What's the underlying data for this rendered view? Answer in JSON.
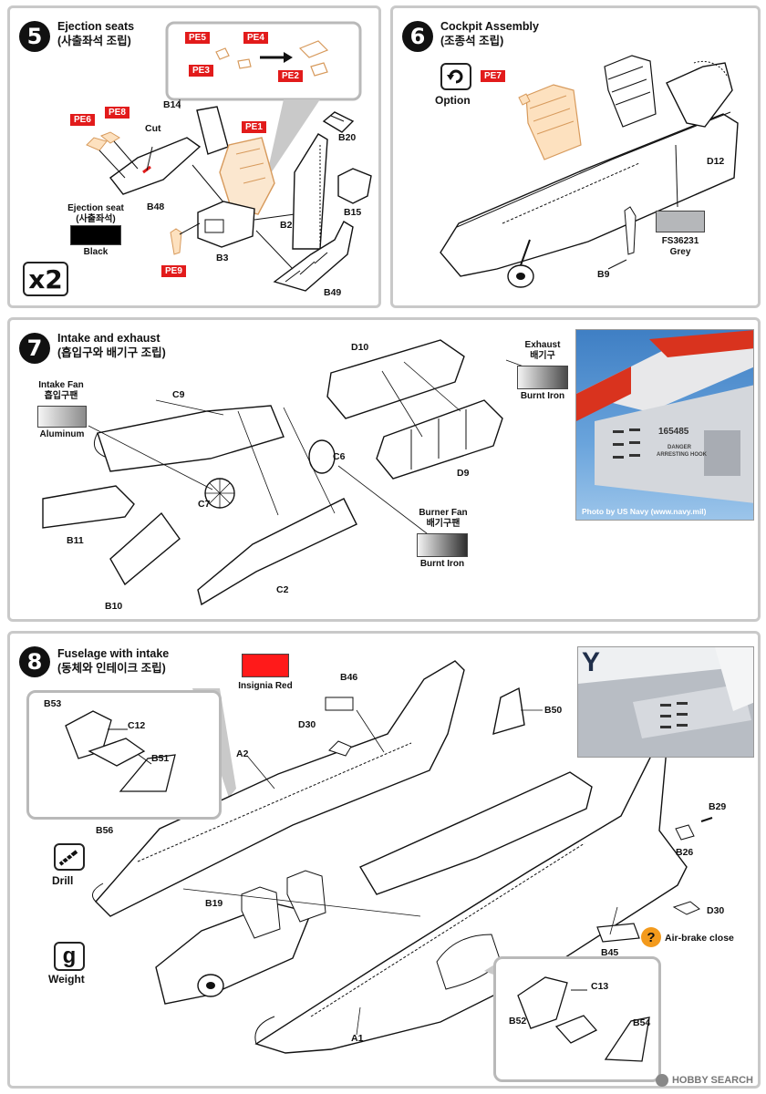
{
  "step5": {
    "number": "5",
    "title_en": "Ejection seats",
    "title_ko": "(사출좌석 조립)",
    "multiplier": "x2",
    "parts": {
      "b14": "B14",
      "b48": "B48",
      "b3": "B3",
      "b2": "B2",
      "b20": "B20",
      "b15": "B15",
      "b49": "B49"
    },
    "pe": {
      "pe1": "PE1",
      "pe2": "PE2",
      "pe3": "PE3",
      "pe4": "PE4",
      "pe5": "PE5",
      "pe6": "PE6",
      "pe8": "PE8",
      "pe9": "PE9"
    },
    "cut_label": "Cut",
    "seat_label_en": "Ejection seat",
    "seat_label_ko": "(사출좌석)",
    "color_name": "Black",
    "color_hex": "#000000"
  },
  "step6": {
    "number": "6",
    "title_en": "Cockpit Assembly",
    "title_ko": "(조종석 조립)",
    "option_label": "Option",
    "pe7": "PE7",
    "parts": {
      "d12": "D12",
      "b9": "B9"
    },
    "color_code": "FS36231",
    "color_name": "Grey",
    "color_hex": "#b5b7ba"
  },
  "step7": {
    "number": "7",
    "title_en": "Intake and exhaust",
    "title_ko": "(흡입구와 배기구 조립)",
    "parts": {
      "d10": "D10",
      "c9": "C9",
      "c6": "C6",
      "c7": "C7",
      "d9": "D9",
      "b11": "B11",
      "b10": "B10",
      "c2": "C2"
    },
    "intake_fan_en": "Intake Fan",
    "intake_fan_ko": "흡입구팬",
    "aluminum": "Aluminum",
    "exhaust_en": "Exhaust",
    "exhaust_ko": "배기구",
    "burnt_iron_1": "Burnt Iron",
    "burner_fan_en": "Burner Fan",
    "burner_fan_ko": "배기구팬",
    "burnt_iron_2": "Burnt Iron",
    "photo_serial": "165485",
    "photo_text_1": "DANGER",
    "photo_text_2": "ARRESTING HOOK",
    "photo_credit": "Photo by US Navy (www.navy.mil)"
  },
  "step8": {
    "number": "8",
    "title_en": "Fuselage with intake",
    "title_ko": "(동체와 인테이크 조립)",
    "insignia_red": "Insignia Red",
    "insignia_hex": "#ff1a1a",
    "parts": {
      "b46": "B46",
      "b50": "B50",
      "d30a": "D30",
      "a2": "A2",
      "b53": "B53",
      "c12": "C12",
      "b51": "B51",
      "b56": "B56",
      "b19": "B19",
      "b29": "B29",
      "b26": "B26",
      "d30b": "D30",
      "b45": "B45",
      "c13": "C13",
      "b52": "B52",
      "b54": "B54",
      "a1": "A1"
    },
    "drill_label": "Drill",
    "weight_symbol": "g",
    "weight_label": "Weight",
    "airbrake_label": "Air-brake close",
    "photo_letter": "Y"
  },
  "watermark": "HOBBY SEARCH"
}
